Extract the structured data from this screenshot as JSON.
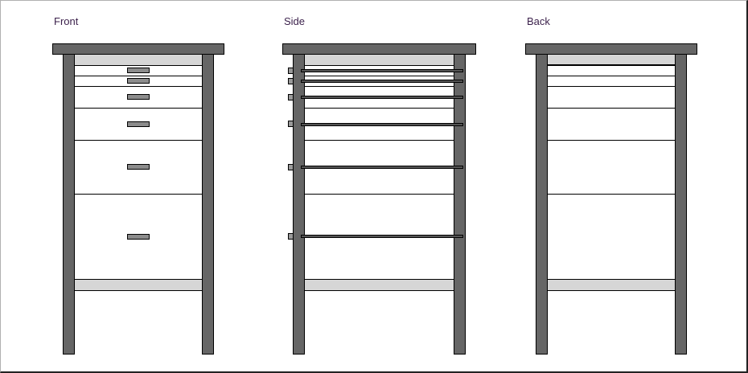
{
  "views": {
    "front": {
      "label": "Front"
    },
    "side": {
      "label": "Side"
    },
    "back": {
      "label": "Back"
    }
  },
  "colors": {
    "frame": "#666666",
    "panel": "#d6d6d6",
    "handle": "#8c8c8c",
    "outline": "#000000",
    "label": "#3a1f4a"
  },
  "drawers": {
    "divider_y": [
      80,
      93,
      106,
      133,
      173,
      240
    ],
    "handle_y": [
      86,
      99,
      119,
      153,
      206,
      293
    ]
  }
}
